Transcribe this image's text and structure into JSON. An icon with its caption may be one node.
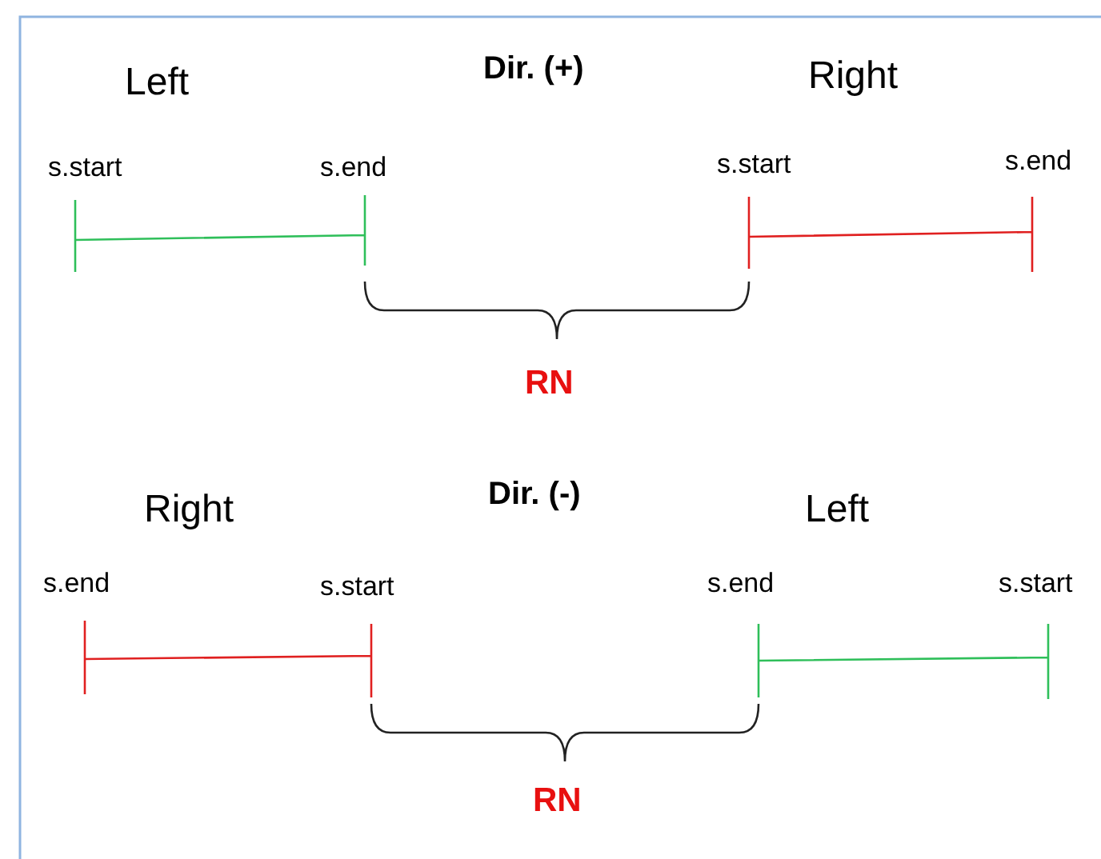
{
  "diagram": {
    "labels": [
      "Left",
      "Dir. (+)",
      "Right",
      "s.start",
      "s.end",
      "s.start",
      "s.end",
      "RN",
      "Right",
      "Dir. (-)",
      "Left",
      "s.end",
      "s.start",
      "s.end",
      "s.start",
      "RN"
    ]
  }
}
